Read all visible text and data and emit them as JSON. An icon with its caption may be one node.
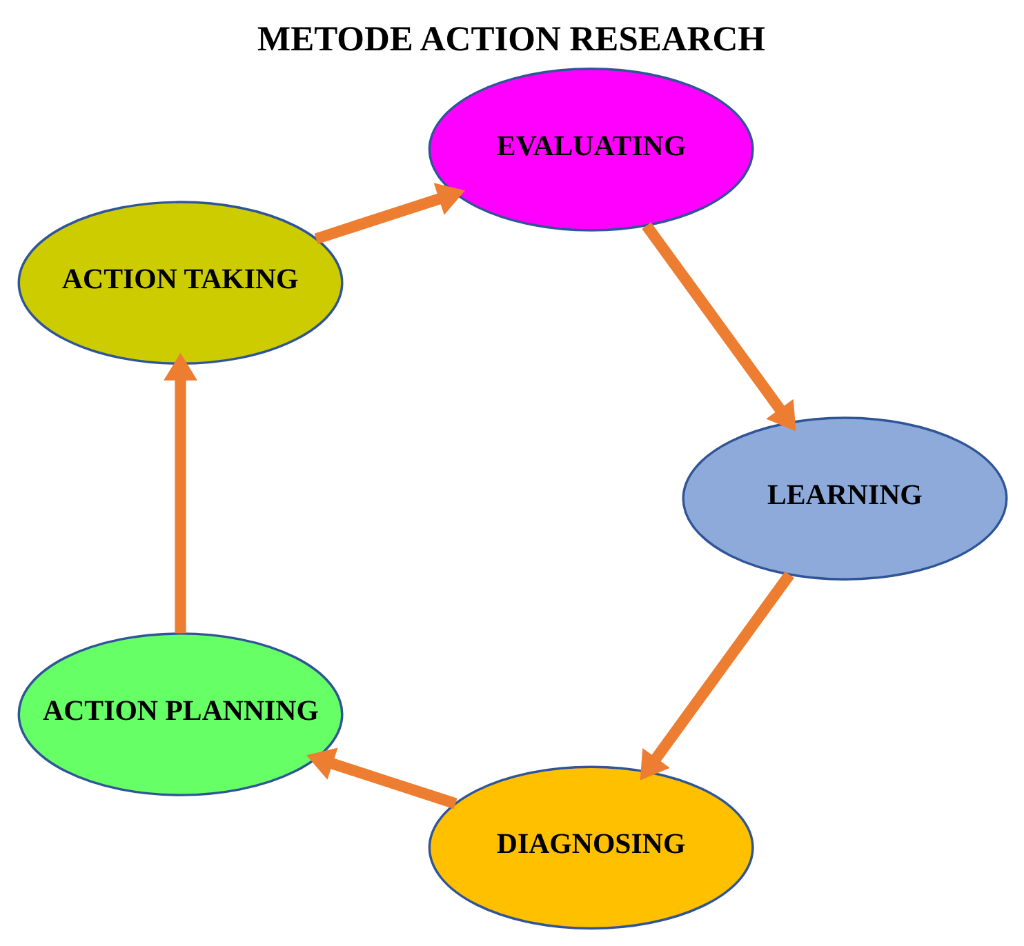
{
  "diagram": {
    "title": "METODE ACTION RESEARCH",
    "nodes": [
      {
        "text": [
          "DIAGNOSING"
        ]
      },
      {
        "text": [
          "ACTION PLANNING"
        ]
      },
      {
        "text": [
          "ACTION TAKING"
        ]
      },
      {
        "text": [
          "EVALUATING"
        ]
      },
      {
        "text": [
          "LEARNING"
        ]
      }
    ],
    "edges": [
      {
        "from": 0,
        "to": 1,
        "arrow": "to"
      },
      {
        "from": 1,
        "to": 2,
        "arrow": "to"
      },
      {
        "from": 2,
        "to": 3,
        "arrow": "to"
      },
      {
        "from": 3,
        "to": 4,
        "arrow": "to"
      },
      {
        "from": 4,
        "to": 0,
        "arrow": "to"
      }
    ]
  }
}
